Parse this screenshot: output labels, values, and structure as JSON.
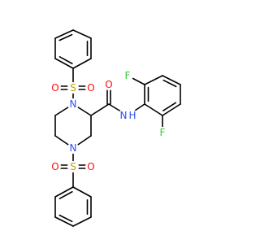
{
  "colors": {
    "carbon": "#000000",
    "nitrogen": "#3050F8",
    "oxygen": "#FF0D0D",
    "sulfur": "#C8A000",
    "fluorine": "#33CC33",
    "background": "#ffffff"
  },
  "atoms": [
    {
      "id": "S1",
      "label": "S",
      "element": "sulfur"
    },
    {
      "id": "O1a",
      "label": "O",
      "element": "oxygen"
    },
    {
      "id": "O1b",
      "label": "O",
      "element": "oxygen"
    },
    {
      "id": "N1",
      "label": "N",
      "element": "nitrogen"
    },
    {
      "id": "O_amide",
      "label": "O",
      "element": "oxygen"
    },
    {
      "id": "N_amide",
      "label": "N",
      "element": "nitrogen"
    },
    {
      "id": "H_amide",
      "label": "H",
      "element": "nitrogen"
    },
    {
      "id": "F1",
      "label": "F",
      "element": "fluorine"
    },
    {
      "id": "F2",
      "label": "F",
      "element": "fluorine"
    },
    {
      "id": "N2",
      "label": "N",
      "element": "nitrogen"
    },
    {
      "id": "S2",
      "label": "S",
      "element": "sulfur"
    },
    {
      "id": "O2a",
      "label": "O",
      "element": "oxygen"
    },
    {
      "id": "O2b",
      "label": "O",
      "element": "oxygen"
    }
  ]
}
